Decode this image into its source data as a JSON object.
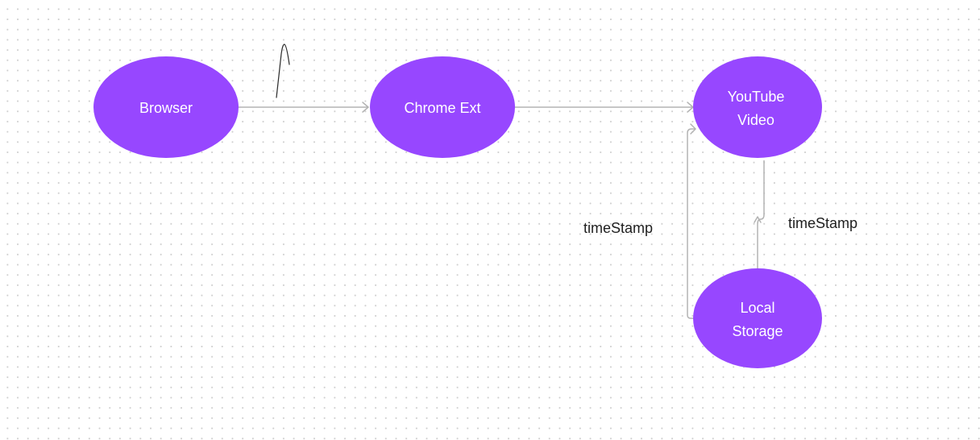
{
  "nodes": {
    "browser": {
      "label": "Browser"
    },
    "chrome_ext": {
      "label": "Chrome Ext"
    },
    "youtube_video": {
      "line1": "YouTube",
      "line2": "Video"
    },
    "local_storage": {
      "line1": "Local",
      "line2": "Storage"
    }
  },
  "edge_labels": {
    "left_timestamp": "timeStamp",
    "right_timestamp": "timeStamp"
  },
  "colors": {
    "node_fill": "#9747ff",
    "connector": "#b3b3b3",
    "text_on_node": "#ffffff",
    "text": "#1e1e1e"
  },
  "icons": {
    "pen_mark": "pen-stroke-icon"
  }
}
